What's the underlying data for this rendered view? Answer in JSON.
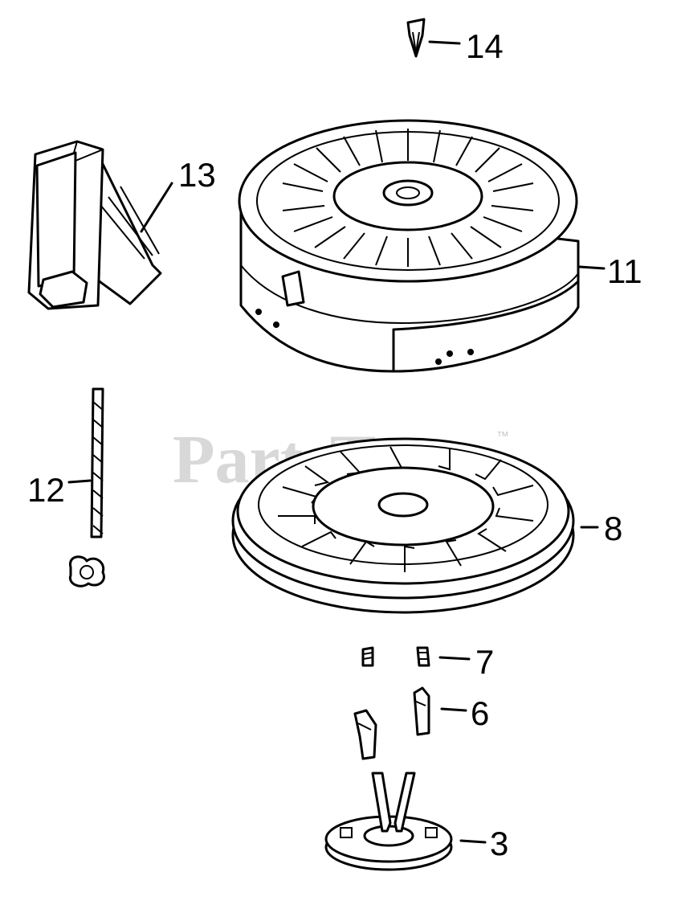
{
  "watermark": {
    "text": "PartsTree",
    "symbol": "™"
  },
  "parts": [
    {
      "id": "p14",
      "number": "14",
      "icon": "clip-icon"
    },
    {
      "id": "p13",
      "number": "13",
      "icon": "handle-icon"
    },
    {
      "id": "p11",
      "number": "11",
      "icon": "starter-housing-icon"
    },
    {
      "id": "p12",
      "number": "12",
      "icon": "rope-icon"
    },
    {
      "id": "p8",
      "number": "8",
      "icon": "pulley-icon"
    },
    {
      "id": "p7",
      "number": "7",
      "icon": "spring-icon"
    },
    {
      "id": "p6",
      "number": "6",
      "icon": "dog-icon"
    },
    {
      "id": "p3",
      "number": "3",
      "icon": "retainer-icon"
    }
  ],
  "colors": {
    "line": "#000000",
    "background": "#ffffff",
    "watermark": "#c8c8c8"
  }
}
